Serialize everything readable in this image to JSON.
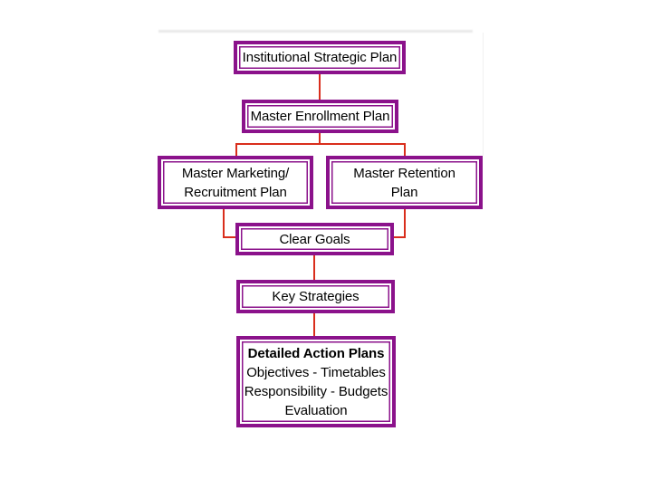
{
  "slide": {
    "description": "Enrollment planning flowchart",
    "colors": {
      "box_border": "#8b128b",
      "box_fill": "#ffffff",
      "connector": "#d92e1c",
      "text": "#000000",
      "background": "#ffffff"
    },
    "nodes": [
      {
        "id": "institutional-strategic-plan",
        "lines": [
          "Institutional Strategic Plan"
        ]
      },
      {
        "id": "master-enrollment-plan",
        "lines": [
          "Master Enrollment Plan"
        ]
      },
      {
        "id": "master-marketing-recruitment-plan",
        "lines": [
          "Master Marketing/",
          "Recruitment Plan"
        ]
      },
      {
        "id": "master-retention-plan",
        "lines": [
          "Master Retention",
          "Plan"
        ]
      },
      {
        "id": "clear-goals",
        "lines": [
          "Clear Goals"
        ]
      },
      {
        "id": "key-strategies",
        "lines": [
          "Key Strategies"
        ]
      },
      {
        "id": "detailed-action-plans",
        "lines": [
          "Detailed Action Plans",
          "Objectives - Timetables",
          "Responsibility - Budgets",
          "Evaluation"
        ]
      }
    ],
    "edges": [
      {
        "from": "institutional-strategic-plan",
        "to": "master-enrollment-plan"
      },
      {
        "from": "master-enrollment-plan",
        "to": "master-marketing-recruitment-plan"
      },
      {
        "from": "master-enrollment-plan",
        "to": "master-retention-plan"
      },
      {
        "from": "master-marketing-recruitment-plan",
        "to": "clear-goals"
      },
      {
        "from": "master-retention-plan",
        "to": "clear-goals"
      },
      {
        "from": "clear-goals",
        "to": "key-strategies"
      },
      {
        "from": "key-strategies",
        "to": "detailed-action-plans"
      }
    ]
  }
}
